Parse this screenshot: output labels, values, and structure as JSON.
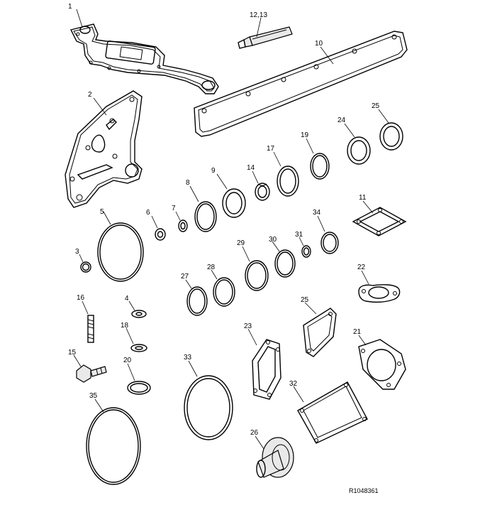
{
  "diagram": {
    "parts": [
      {
        "id": "p1",
        "label": "1"
      },
      {
        "id": "p2",
        "label": "2"
      },
      {
        "id": "p3",
        "label": "3"
      },
      {
        "id": "p4",
        "label": "4"
      },
      {
        "id": "p5",
        "label": "5"
      },
      {
        "id": "p6",
        "label": "6"
      },
      {
        "id": "p7",
        "label": "7"
      },
      {
        "id": "p8",
        "label": "8"
      },
      {
        "id": "p9",
        "label": "9"
      },
      {
        "id": "p10",
        "label": "10"
      },
      {
        "id": "p11",
        "label": "11"
      },
      {
        "id": "p1213",
        "label": "12,13"
      },
      {
        "id": "p14",
        "label": "14"
      },
      {
        "id": "p15",
        "label": "15"
      },
      {
        "id": "p16",
        "label": "16"
      },
      {
        "id": "p17",
        "label": "17"
      },
      {
        "id": "p18",
        "label": "18"
      },
      {
        "id": "p19",
        "label": "19"
      },
      {
        "id": "p20",
        "label": "20"
      },
      {
        "id": "p21",
        "label": "21"
      },
      {
        "id": "p22",
        "label": "22"
      },
      {
        "id": "p23",
        "label": "23"
      },
      {
        "id": "p24",
        "label": "24"
      },
      {
        "id": "p25a",
        "label": "25"
      },
      {
        "id": "p25b",
        "label": "25"
      },
      {
        "id": "p26",
        "label": "26"
      },
      {
        "id": "p27",
        "label": "27"
      },
      {
        "id": "p28",
        "label": "28"
      },
      {
        "id": "p29",
        "label": "29"
      },
      {
        "id": "p30",
        "label": "30"
      },
      {
        "id": "p31",
        "label": "31"
      },
      {
        "id": "p32",
        "label": "32"
      },
      {
        "id": "p33",
        "label": "33"
      },
      {
        "id": "p34",
        "label": "34"
      },
      {
        "id": "p35",
        "label": "35"
      }
    ],
    "reference": "R1048361"
  }
}
